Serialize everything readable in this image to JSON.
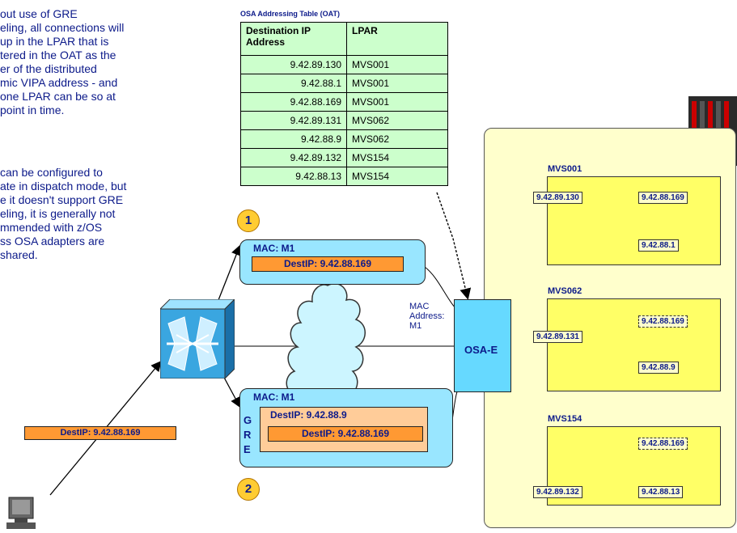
{
  "notes": {
    "gre_text": "out use of GRE\neling, all connections will\nup in the LPAR that is\ntered in the OAT as the\ner of the distributed\nmic VIPA address - and\none LPAR can be so at\npoint in time.",
    "dispatch_text": "can be configured to\nate in dispatch mode, but\ne it doesn't support GRE\neling, it is generally not\nmmended with z/OS\nss OSA adapters are\nshared."
  },
  "oat": {
    "title": "OSA Addressing Table (OAT)",
    "columns": [
      "Destination IP Address",
      "LPAR"
    ],
    "rows": [
      {
        "ip": "9.42.89.130",
        "lpar": "MVS001"
      },
      {
        "ip": "9.42.88.1",
        "lpar": "MVS001"
      },
      {
        "ip": "9.42.88.169",
        "lpar": "MVS001"
      },
      {
        "ip": "9.42.89.131",
        "lpar": "MVS062"
      },
      {
        "ip": "9.42.88.9",
        "lpar": "MVS062"
      },
      {
        "ip": "9.42.89.132",
        "lpar": "MVS154"
      },
      {
        "ip": "9.42.88.13",
        "lpar": "MVS154"
      }
    ]
  },
  "packet1": {
    "badge": "1",
    "mac": "MAC: M1",
    "dest": "DestIP: 9.42.88.169"
  },
  "packet2": {
    "badge": "2",
    "mac": "MAC: M1",
    "gre": [
      "G",
      "R",
      "E"
    ],
    "outer_dest": "DestIP: 9.42.88.9",
    "inner_dest": "DestIP: 9.42.88.169"
  },
  "client_packet": {
    "dest": "DestIP: 9.42.88.169"
  },
  "osa": {
    "label": "OSA-E",
    "mac_label": "MAC\nAddress:\nM1"
  },
  "lpars": {
    "mvs001": {
      "name": "MVS001",
      "ips": [
        "9.42.89.130",
        "9.42.88.169",
        "9.42.88.1"
      ]
    },
    "mvs062": {
      "name": "MVS062",
      "ips": [
        "9.42.88.169",
        "9.42.89.131",
        "9.42.88.9"
      ]
    },
    "mvs154": {
      "name": "MVS154",
      "ips": [
        "9.42.88.169",
        "9.42.89.132",
        "9.42.88.13"
      ]
    }
  },
  "colors": {
    "text": "#0c1a8a",
    "oat_bg": "#ccffcc",
    "zone_bg": "#ffffcc",
    "lpar_bg": "#ffff66",
    "packet_bg": "#99e6ff",
    "dest_bg": "#ff9933"
  },
  "icons": [
    "router-icon",
    "cloud-icon",
    "server-rack-icon",
    "workstation-icon"
  ]
}
